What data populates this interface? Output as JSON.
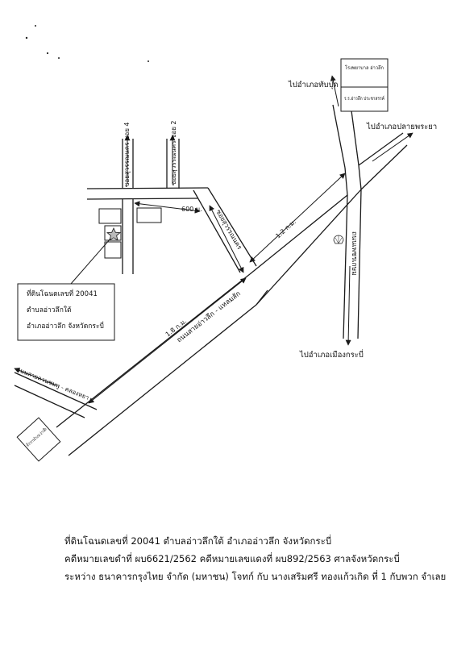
{
  "map": {
    "parcel_box": {
      "line1": "ที่ดินโฉนดเลขที่ 20041",
      "line2": "ตำบลอ่าวลึกใต้",
      "line3": "อำเภออ่าวลึก  จังหวัดกระบี่"
    },
    "destinations": {
      "tap_put": "ไปอำเภอทับปุด",
      "plai_phraya": "ไปอำเภอปลายพระยา",
      "mueang_krabi": "ไปอำเภอเมืองกระบี่"
    },
    "roads": {
      "soi_4": "ซอยสุวรรณนคร ซอย 4",
      "soi_2": "ซอยสุวรรณนคร ซอย 2",
      "soi_suwan": "ซอยสุวรรณนคร",
      "main_road": "ถนนสายอ่าวลึก - แหลมสัก",
      "highway": "ถนนเพชรเกษม",
      "left_road": "ถนนสายควนชมพู - คลองหยา"
    },
    "distances": {
      "d600": "600 ม.",
      "d12": "1.2 ก.ม.",
      "d18": "1.8 ก.ม."
    },
    "landmarks": {
      "hospital": "โรงพยาบาล อ่าวลึก",
      "school": "ร.ร.อ่าวลึก ประชาสรรค์",
      "district": "ที่ว่าการอำเภอ อ่าวลึก",
      "gas": "ปั๊มเชลล์"
    },
    "colors": {
      "ink": "#1a1a1a",
      "paper": "#ffffff"
    }
  },
  "footer": {
    "line1": "ที่ดินโฉนดเลขที่ 20041  ตำบลอ่าวลึกใต้  อำเภออ่าวลึก  จังหวัดกระบี่",
    "line2": "คดีหมายเลขดำที่ ผบ6621/2562  คดีหมายเลขแดงที่ ผบ892/2563  ศาลจังหวัดกระบี่",
    "line3": "ระหว่าง ธนาคารกรุงไทย จำกัด (มหาชน) โจทก์  กับ  นางเสริมศรี ทองแก้วเกิด ที่ 1 กับพวก  จำเลย"
  }
}
